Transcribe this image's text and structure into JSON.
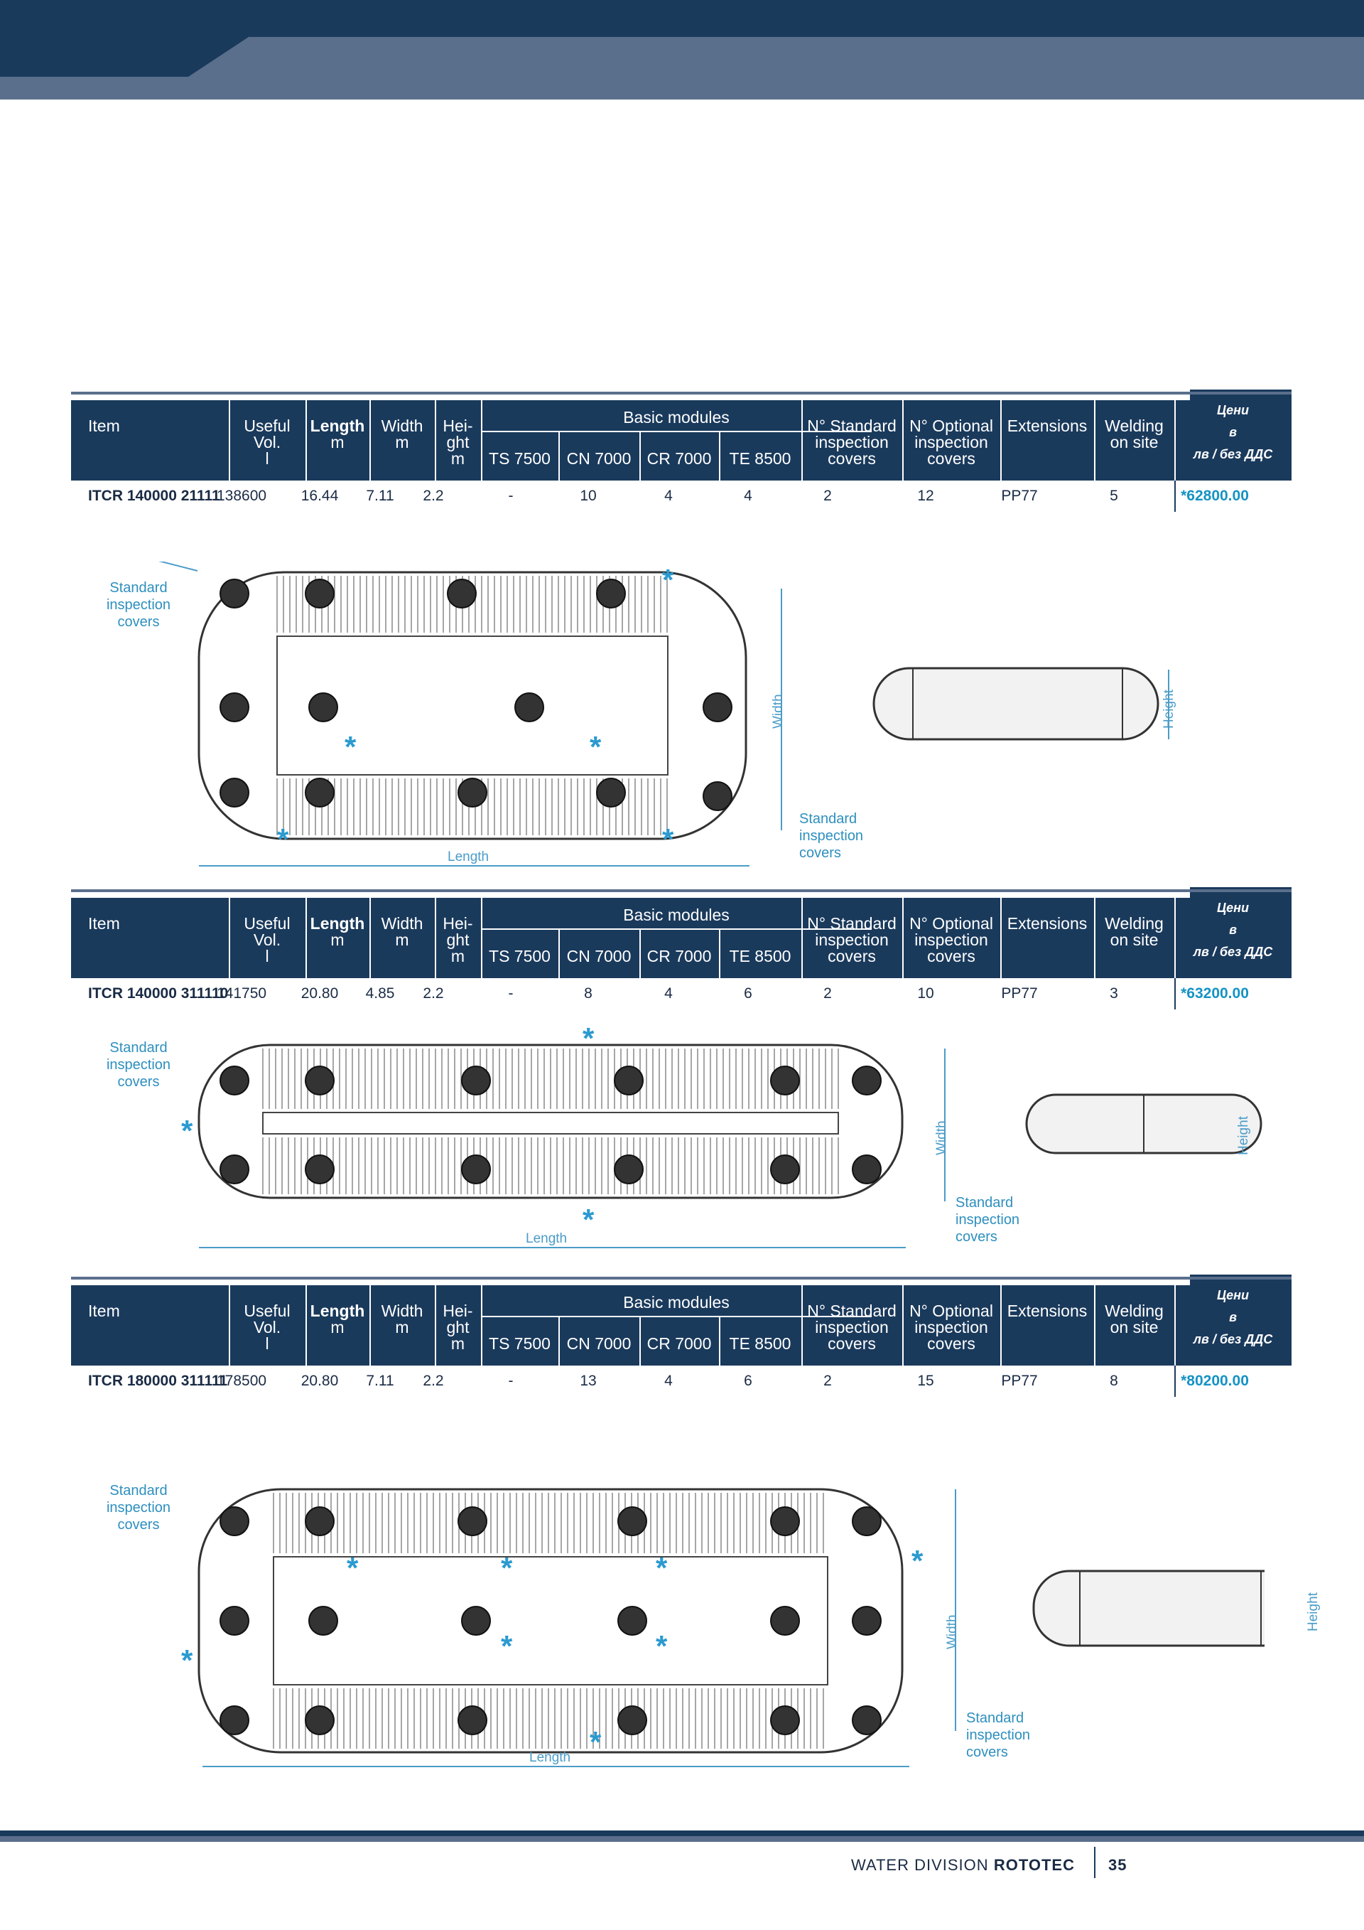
{
  "page": {
    "footer": {
      "division": "WATER DIVISION",
      "brand": "ROTOTEC",
      "page_number": "35"
    }
  },
  "header_labels": {
    "item": "Item",
    "useful_vol": [
      "Useful",
      "Vol.",
      "l"
    ],
    "length": [
      "Length",
      "m"
    ],
    "width": [
      "Width",
      "m"
    ],
    "height": [
      "Hei-",
      "ght",
      "m"
    ],
    "basic_modules": "Basic modules",
    "modules": [
      "TS 7500",
      "CN 7000",
      "CR 7000",
      "TE 8500"
    ],
    "std_covers": [
      "N° Standard",
      "inspection",
      "covers"
    ],
    "opt_covers": [
      "N° Optional",
      "inspection",
      "covers"
    ],
    "extensions": "Extensions",
    "welding": [
      "Welding",
      "on site"
    ],
    "price": [
      "Цени",
      "в",
      "лв / без ДДС"
    ]
  },
  "products": [
    {
      "item": "ITCR 140000 21111",
      "useful_vol": "138600",
      "length": "16.44",
      "width": "7.11",
      "height": "2.2",
      "ts7500": "-",
      "cn7000": "10",
      "cr7000": "4",
      "te8500": "4",
      "std_covers": "2",
      "opt_covers": "12",
      "extensions": "PP77",
      "welding": "5",
      "price": "*62800.00"
    },
    {
      "item": "ITCR 140000 311110",
      "useful_vol": "141750",
      "length": "20.80",
      "width": "4.85",
      "height": "2.2",
      "ts7500": "-",
      "cn7000": "8",
      "cr7000": "4",
      "te8500": "6",
      "std_covers": "2",
      "opt_covers": "10",
      "extensions": "PP77",
      "welding": "3",
      "price": "*63200.00"
    },
    {
      "item": "ITCR 180000 311111",
      "useful_vol": "178500",
      "length": "20.80",
      "width": "7.11",
      "height": "2.2",
      "ts7500": "-",
      "cn7000": "13",
      "cr7000": "4",
      "te8500": "6",
      "std_covers": "2",
      "opt_covers": "15",
      "extensions": "PP77",
      "welding": "8",
      "price": "*80200.00"
    }
  ],
  "diagram_labels": {
    "standard_covers": [
      "Standard",
      "inspection",
      "covers"
    ],
    "length": "Length",
    "width": "Width",
    "height": "Height",
    "star": "*"
  },
  "colors": {
    "navy": "#1a3a5c",
    "slate": "#5a6f8c",
    "accent": "#2a9ad0",
    "price": "#1593c4"
  }
}
